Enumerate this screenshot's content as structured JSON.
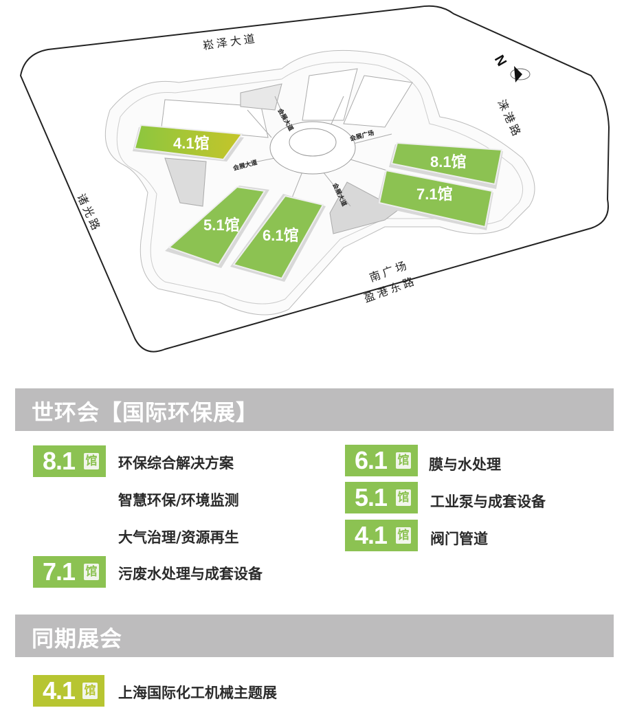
{
  "map": {
    "roads": {
      "north": "崧泽大道",
      "east": "涞港路",
      "west": "诸光路",
      "south": "盈港东路",
      "south_plaza": "南广场"
    },
    "inner_roads": [
      "会展大道",
      "会展大道",
      "会展广场",
      "会展大道"
    ],
    "compass": "N",
    "halls": [
      {
        "id": "4.1",
        "label": "4.1馆",
        "color": "#9ac43c"
      },
      {
        "id": "5.1",
        "label": "5.1馆",
        "color": "#8cc252"
      },
      {
        "id": "6.1",
        "label": "6.1馆",
        "color": "#8cc252"
      },
      {
        "id": "7.1",
        "label": "7.1馆",
        "color": "#8cc252"
      },
      {
        "id": "8.1",
        "label": "8.1馆",
        "color": "#8cc252"
      }
    ]
  },
  "sections": [
    {
      "title": "世环会【国际环保展】",
      "entries": [
        {
          "hall": "8.1",
          "hall_glyph": "馆",
          "items": [
            "环保综合解决方案",
            "智慧环保/环境监测",
            "大气治理/资源再生"
          ]
        },
        {
          "hall": "7.1",
          "hall_glyph": "馆",
          "items": [
            "污废水处理与成套设备"
          ]
        },
        {
          "hall": "6.1",
          "hall_glyph": "馆",
          "items": [
            "膜与水处理"
          ]
        },
        {
          "hall": "5.1",
          "hall_glyph": "馆",
          "items": [
            "工业泵与成套设备"
          ]
        },
        {
          "hall": "4.1",
          "hall_glyph": "馆",
          "items": [
            "阀门管道"
          ]
        }
      ]
    },
    {
      "title": "同期展会",
      "entries": [
        {
          "hall": "4.1",
          "hall_glyph": "馆",
          "items": [
            "上海国际化工机械主题展"
          ]
        }
      ]
    }
  ],
  "colors": {
    "badge_green": "#8cc252",
    "badge_yellow": "#b7c531",
    "section_bar": "#bdbcbd"
  }
}
